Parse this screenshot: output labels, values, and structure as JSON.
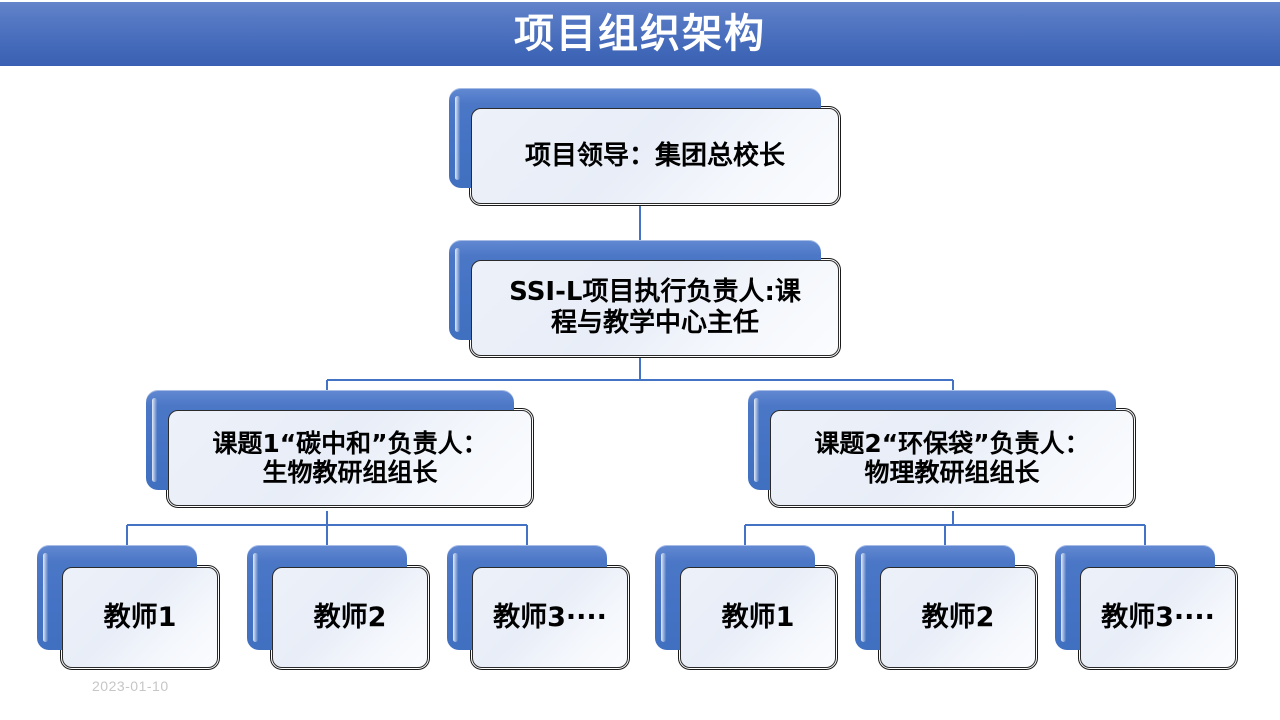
{
  "slide": {
    "title": "项目组织架构",
    "footer_date": "2023-01-10",
    "colors": {
      "title_bar_top": "#6484CB",
      "title_bar_bottom": "#3A60B3",
      "node_plate_blue": "#4472C4",
      "node_card_fill": "#EDF1F9",
      "connector_blue": "#4472C4",
      "title_text": "#FFFFFF",
      "footer_text": "#C6C6C6"
    }
  },
  "org_chart": {
    "type": "org-hierarchy",
    "levels": 4,
    "nodes": {
      "leader": {
        "label": "项目领导：集团总校长",
        "level": 1
      },
      "executive": {
        "label": "SSI-L项目执行负责人:课\n程与教学中心主任",
        "level": 2
      },
      "topic1": {
        "label": "课题1“碳中和”负责人：\n生物教研组组长",
        "level": 3
      },
      "topic2": {
        "label": "课题2“环保袋”负责人：\n物理教研组组长",
        "level": 3
      },
      "t1_teacher1": {
        "label": "教师1",
        "level": 4
      },
      "t1_teacher2": {
        "label": "教师2",
        "level": 4
      },
      "t1_teacher3": {
        "label": "教师3····",
        "level": 4
      },
      "t2_teacher1": {
        "label": "教师1",
        "level": 4
      },
      "t2_teacher2": {
        "label": "教师2",
        "level": 4
      },
      "t2_teacher3": {
        "label": "教师3····",
        "level": 4
      }
    },
    "edges": [
      {
        "from": "leader",
        "to": "executive"
      },
      {
        "from": "executive",
        "to": "topic1"
      },
      {
        "from": "executive",
        "to": "topic2"
      },
      {
        "from": "topic1",
        "to": "t1_teacher1"
      },
      {
        "from": "topic1",
        "to": "t1_teacher2"
      },
      {
        "from": "topic1",
        "to": "t1_teacher3"
      },
      {
        "from": "topic2",
        "to": "t2_teacher1"
      },
      {
        "from": "topic2",
        "to": "t2_teacher2"
      },
      {
        "from": "topic2",
        "to": "t2_teacher3"
      }
    ]
  }
}
